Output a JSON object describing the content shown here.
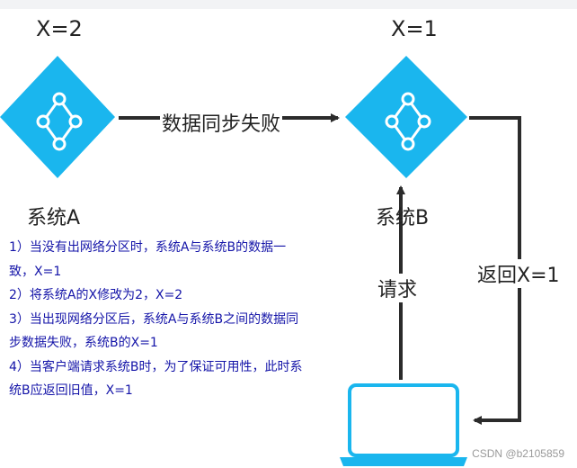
{
  "node_a": {
    "x_value": "X=2",
    "label": "系统A"
  },
  "node_b": {
    "x_value": "X=1",
    "label": "系统B"
  },
  "edges": {
    "sync": "数据同步失败",
    "request": "请求",
    "return": "返回X=1"
  },
  "notes": [
    "1）当没有出网络分区时，系统A与系统B的数据一",
    "致，X=1",
    "2）将系统A的X修改为2，X=2",
    "3）当出现网络分区后，系统A与系统B之间的数据同",
    "步数据失败，系统B的X=1",
    "4）当客户端请求系统B时，为了保证可用性，此时系",
    "统B应返回旧值，X=1"
  ],
  "watermark": "CSDN @b2105859",
  "colors": {
    "node_fill": "#1ab6ee",
    "client_stroke": "#1ab6ee",
    "arrow": "#2b2b2b",
    "notes_text": "#1414a8"
  },
  "icons": {
    "node": "network-diamond-icon",
    "client": "laptop-icon"
  }
}
